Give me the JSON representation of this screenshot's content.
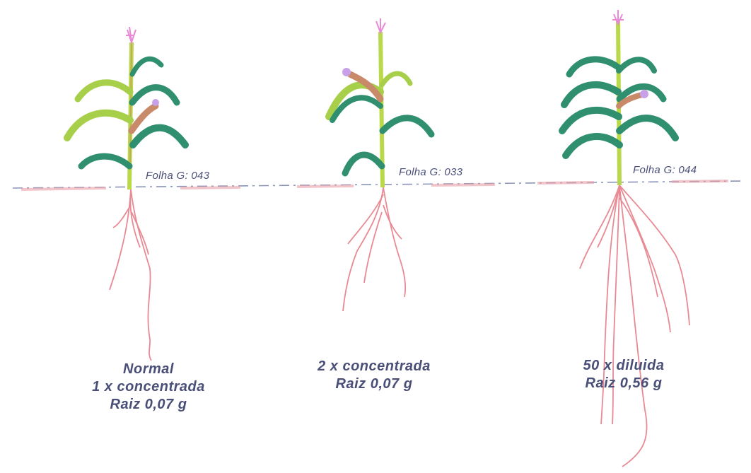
{
  "colors": {
    "ink": "#4a4f78",
    "stem": "#b9d94a",
    "leaf_light": "#a7cf4a",
    "leaf_dark": "#2f8f6e",
    "root": "#e88a94",
    "tassel": "#e88ad6",
    "ground": "#8a95b8"
  },
  "plants": [
    {
      "leaf_label": "Folha G: 043",
      "caption": [
        "Normal",
        "1 x concentrada",
        "Raiz 0,07 g"
      ],
      "root_mass_g": 0.07,
      "leaf_value": 0.43
    },
    {
      "leaf_label": "Folha G: 033",
      "caption": [
        "2 x concentrada",
        "Raiz 0,07 g"
      ],
      "root_mass_g": 0.07,
      "leaf_value": 0.33
    },
    {
      "leaf_label": "Folha G: 044",
      "caption": [
        "50 x diluida",
        "Raiz 0,56 g"
      ],
      "root_mass_g": 0.56,
      "leaf_value": 0.44
    }
  ]
}
